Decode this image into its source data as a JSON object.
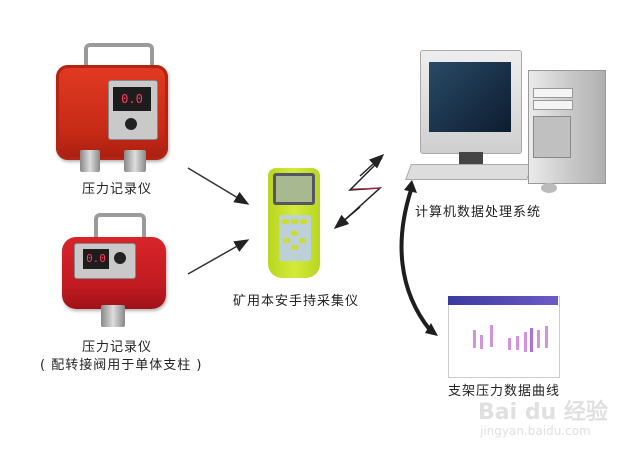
{
  "diagram": {
    "type": "system-architecture",
    "nodes": [
      {
        "id": "pressure_recorder_1",
        "label": "压力记录仪",
        "display_reading": "0.0",
        "color": "#d4301c"
      },
      {
        "id": "pressure_recorder_2",
        "label": "压力记录仪",
        "sublabel": "( 配转接阀用于单体支柱 )",
        "display_reading": "0.0",
        "color": "#c81d23"
      },
      {
        "id": "handheld_collector",
        "label": "矿用本安手持采集仪",
        "color": "#c8e02c"
      },
      {
        "id": "computer",
        "label": "计算机数据处理系统"
      },
      {
        "id": "pressure_curve",
        "label": "支架压力数据曲线"
      }
    ],
    "edges": [
      {
        "from": "pressure_recorder_1",
        "to": "handheld_collector",
        "style": "straight-arrow"
      },
      {
        "from": "pressure_recorder_2",
        "to": "handheld_collector",
        "style": "straight-arrow"
      },
      {
        "from": "handheld_collector",
        "to": "computer",
        "style": "zigzag-bidirectional"
      },
      {
        "from": "computer",
        "to": "pressure_curve",
        "style": "curved-bidirectional"
      }
    ]
  },
  "watermark": {
    "logo": "Bai du 经验",
    "url": "jingyan.baidu.com"
  }
}
